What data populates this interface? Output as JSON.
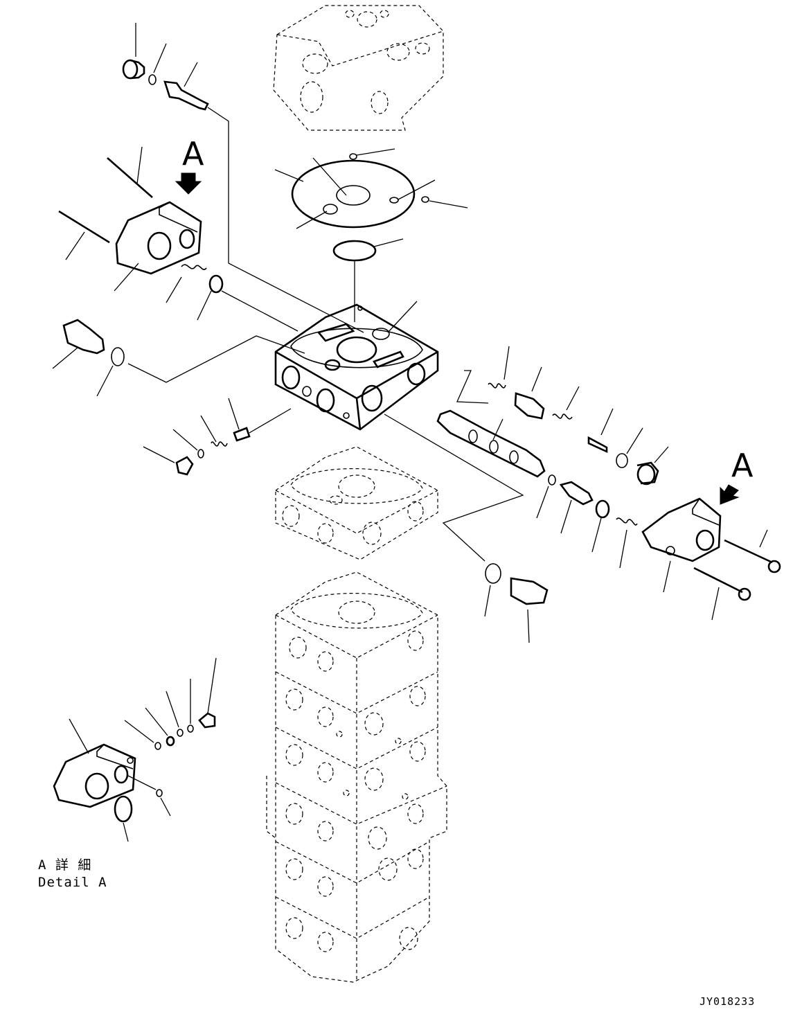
{
  "view_labels": {
    "top_left_arrow": "A",
    "right_arrow": "A"
  },
  "detail_caption": {
    "line_jp": "A 詳 細",
    "line_en": "Detail A"
  },
  "drawing_code": "JY018233"
}
